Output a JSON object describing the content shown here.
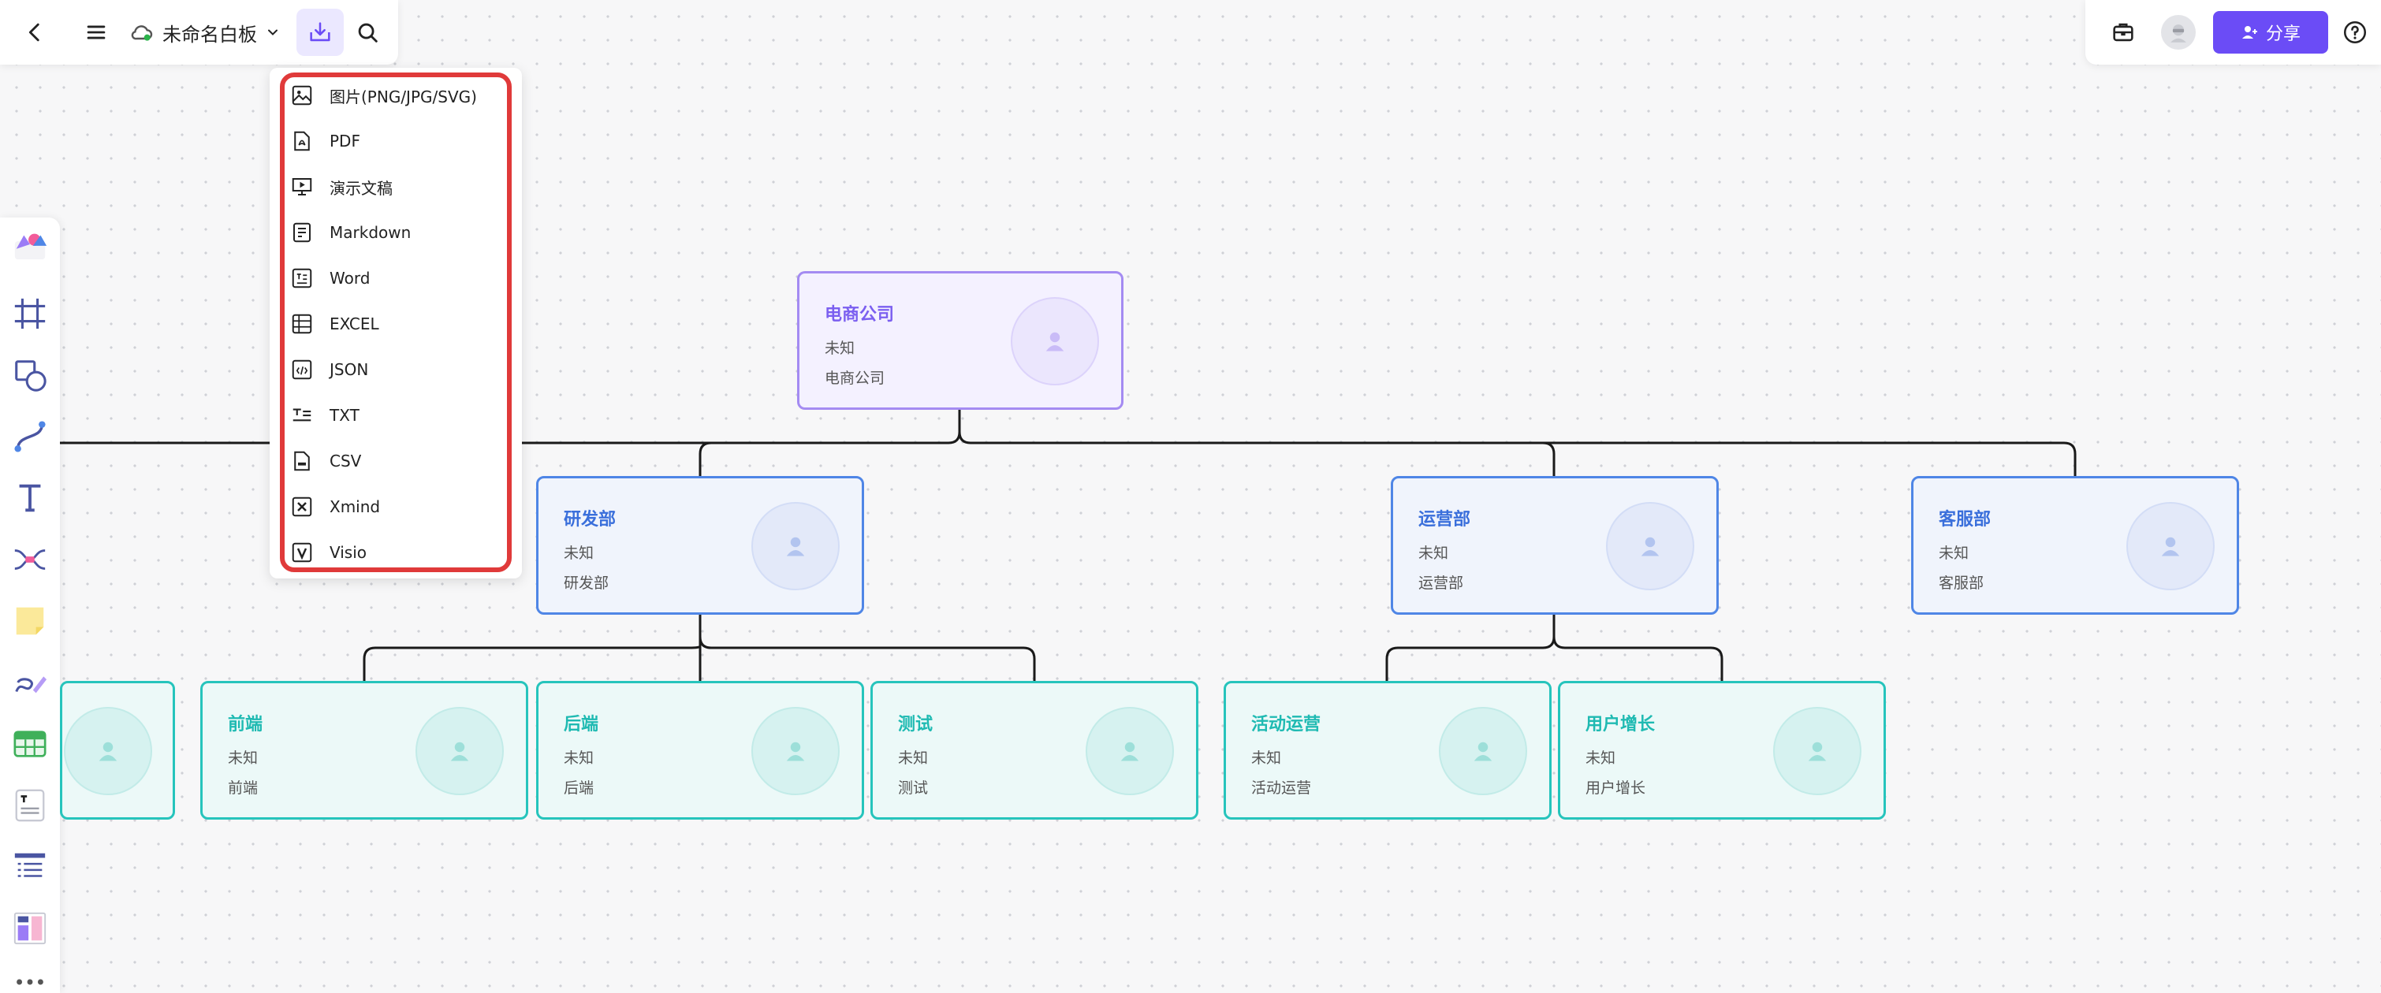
{
  "header": {
    "board_title": "未命名白板",
    "share_label": "分享",
    "icons": [
      "back-icon",
      "menu-icon",
      "cloud-sync-icon",
      "chevron-down-icon",
      "export-icon",
      "search-icon",
      "toolbox-icon",
      "user-avatar",
      "add-user-icon",
      "help-icon"
    ]
  },
  "export_menu": {
    "items": [
      {
        "label": "图片(PNG/JPG/SVG)",
        "icon": "image-icon"
      },
      {
        "label": "PDF",
        "icon": "pdf-icon"
      },
      {
        "label": "演示文稿",
        "icon": "presentation-icon"
      },
      {
        "label": "Markdown",
        "icon": "markdown-icon"
      },
      {
        "label": "Word",
        "icon": "word-icon"
      },
      {
        "label": "EXCEL",
        "icon": "excel-icon"
      },
      {
        "label": "JSON",
        "icon": "json-icon"
      },
      {
        "label": "TXT",
        "icon": "txt-icon"
      },
      {
        "label": "CSV",
        "icon": "csv-icon"
      },
      {
        "label": "Xmind",
        "icon": "xmind-icon"
      },
      {
        "label": "Visio",
        "icon": "visio-icon"
      }
    ]
  },
  "left_toolbar": {
    "tools": [
      "templates-icon",
      "frame-icon",
      "shape-icon",
      "connector-icon",
      "text-icon",
      "mindmap-icon",
      "sticky-note-icon",
      "pen-icon",
      "table-icon",
      "text-card-icon",
      "list-icon",
      "layout-icon",
      "more-icon"
    ]
  },
  "org_chart": {
    "root": {
      "title": "电商公司",
      "line1": "未知",
      "line2": "电商公司"
    },
    "departments": [
      {
        "title": "研发部",
        "line1": "未知",
        "line2": "研发部"
      },
      {
        "title": "运营部",
        "line1": "未知",
        "line2": "运营部"
      },
      {
        "title": "客服部",
        "line1": "未知",
        "line2": "客服部"
      }
    ],
    "teams": [
      {
        "title": "前端",
        "line1": "未知",
        "line2": "前端"
      },
      {
        "title": "后端",
        "line1": "未知",
        "line2": "后端"
      },
      {
        "title": "测试",
        "line1": "未知",
        "line2": "测试"
      },
      {
        "title": "活动运营",
        "line1": "未知",
        "line2": "活动运营"
      },
      {
        "title": "用户增长",
        "line1": "未知",
        "line2": "用户增长"
      }
    ]
  },
  "colors": {
    "accent": "#6b4cf6",
    "root_border": "#a48bf2",
    "dept_border": "#4f86e6",
    "team_border": "#26c4bc",
    "highlight": "#e03a3a"
  }
}
